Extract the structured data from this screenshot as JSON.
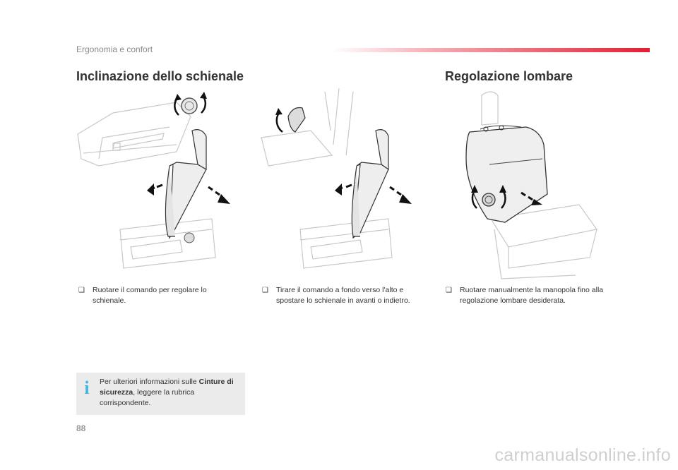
{
  "header": {
    "section": "Ergonomia e confort",
    "accent_color": "#e21e32"
  },
  "titles": {
    "backrest": "Inclinazione dello schienale",
    "lumbar": "Regolazione lombare"
  },
  "steps": [
    "Ruotare il comando per regolare lo schienale.",
    "Tirare il comando a fondo verso l'alto e spostare lo schienale in avanti o indietro.",
    "Ruotare manualmente la manopola fino alla regolazione lombare desiderata."
  ],
  "step_marker": "❑",
  "note": {
    "icon": "info-icon",
    "prefix": "Per ulteriori informazioni sulle ",
    "bold": "Cinture di sicurezza",
    "suffix": ", leggere la rubrica corrispondente."
  },
  "page_number": "88",
  "watermark": "carmanualsonline.info"
}
